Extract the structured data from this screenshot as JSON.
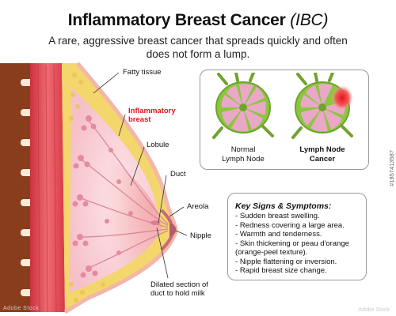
{
  "header": {
    "title": "Inflammatory Breast Cancer",
    "title_abbr": "(IBC)",
    "subtitle_line1": "A rare, aggressive breast cancer that spreads quickly and often",
    "subtitle_line2": "does not form a lump."
  },
  "anatomy_labels": {
    "fatty_tissue": "Fatty tissue",
    "inflammatory_line1": "Inflammatory",
    "inflammatory_line2": "breast",
    "lobule": "Lobule",
    "duct": "Duct",
    "areola": "Areola",
    "nipple": "Nipple",
    "dilated_line1": "Dilated section of",
    "dilated_line2": "duct to hold milk"
  },
  "lymph_nodes": {
    "normal_line1": "Normal",
    "normal_line2": "Lymph Node",
    "cancer_line1": "Lymph Node",
    "cancer_line2": "Cancer"
  },
  "signs": {
    "title": "Key Signs & Symptoms:",
    "items": [
      "Sudden breast swelling.",
      "Redness covering a large area.",
      "Warmth and tenderness.",
      "Skin thickening or peau d'orange",
      "(orange-peel texture).",
      "Nipple flattening or inversion.",
      "Rapid breast size change."
    ]
  },
  "stock_id": "#1857413587",
  "watermark": "Adobe Stock",
  "colors": {
    "accent_red": "#e3161b",
    "muscle": "#e84a55",
    "rib": "#9a4a24",
    "fat": "#f4dc7a",
    "lymph_green": "#8cc63e",
    "tissue_pink": "#f7c6cf"
  }
}
